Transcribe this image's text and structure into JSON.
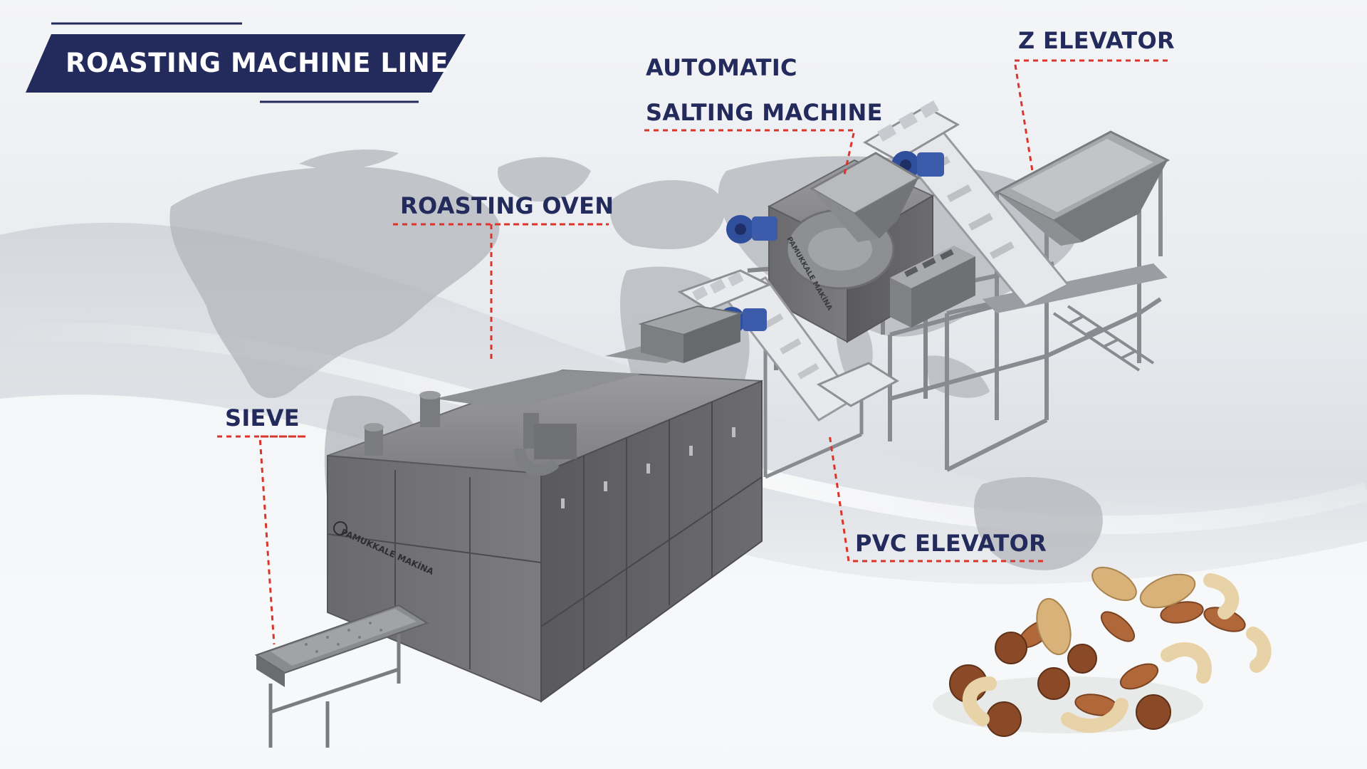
{
  "title": "ROASTING MACHINE LINE",
  "labels": {
    "z_elevator": "Z ELEVATOR",
    "automatic": "AUTOMATIC",
    "salting_machine": "SALTING MACHINE",
    "roasting_oven": "ROASTING OVEN",
    "sieve": "SIEVE",
    "pvc_elevator": "PVC ELEVATOR"
  },
  "brand_marks": {
    "oven_front": "PAMUKKALE MAKİNA",
    "salting_drum": "PAMUKKALE MAKİNA"
  },
  "colors": {
    "banner": "#232a5c",
    "label_text": "#232a5c",
    "leader_line": "#d9352b",
    "machine_body": "#6e6e70",
    "machine_dark": "#4f4f52",
    "motor_blue": "#2f4f9c"
  }
}
